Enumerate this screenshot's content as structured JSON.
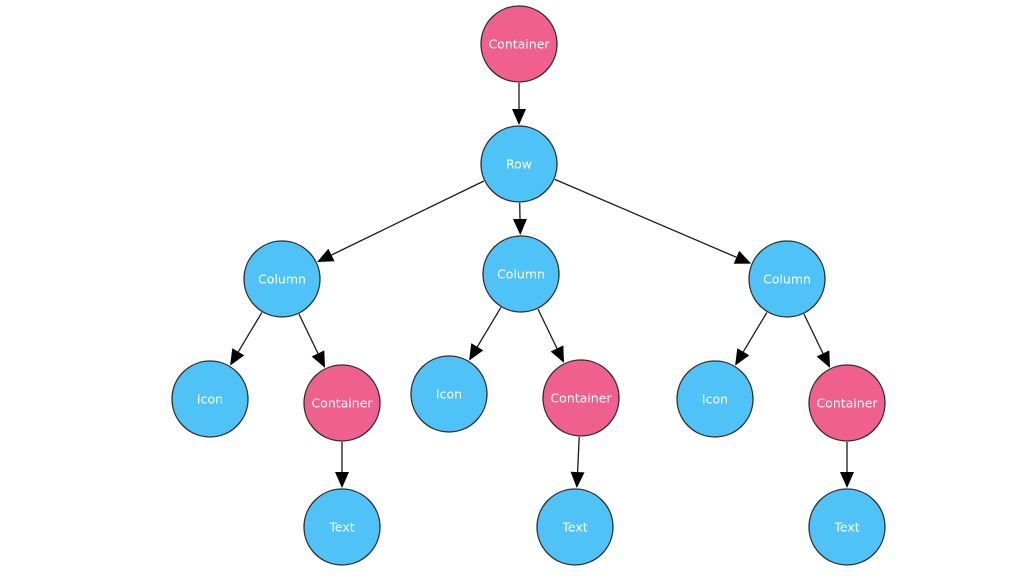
{
  "colors": {
    "container": "#f0608f",
    "layout": "#4fc3f7",
    "edge": "#1a1a1a"
  },
  "nodes": [
    {
      "id": "root",
      "label": "Container",
      "kind": "container"
    },
    {
      "id": "row",
      "label": "Row",
      "kind": "layout"
    },
    {
      "id": "col1",
      "label": "Column",
      "kind": "layout"
    },
    {
      "id": "col2",
      "label": "Column",
      "kind": "layout"
    },
    {
      "id": "col3",
      "label": "Column",
      "kind": "layout"
    },
    {
      "id": "icon1",
      "label": "Icon",
      "kind": "layout"
    },
    {
      "id": "cont1",
      "label": "Container",
      "kind": "container"
    },
    {
      "id": "icon2",
      "label": "Icon",
      "kind": "layout"
    },
    {
      "id": "cont2",
      "label": "Container",
      "kind": "container"
    },
    {
      "id": "icon3",
      "label": "Icon",
      "kind": "layout"
    },
    {
      "id": "cont3",
      "label": "Container",
      "kind": "container"
    },
    {
      "id": "text1",
      "label": "Text",
      "kind": "layout"
    },
    {
      "id": "text2",
      "label": "Text",
      "kind": "layout"
    },
    {
      "id": "text3",
      "label": "Text",
      "kind": "layout"
    }
  ],
  "edges": [
    [
      "root",
      "row"
    ],
    [
      "row",
      "col1"
    ],
    [
      "row",
      "col2"
    ],
    [
      "row",
      "col3"
    ],
    [
      "col1",
      "icon1"
    ],
    [
      "col1",
      "cont1"
    ],
    [
      "col2",
      "icon2"
    ],
    [
      "col2",
      "cont2"
    ],
    [
      "col3",
      "icon3"
    ],
    [
      "col3",
      "cont3"
    ],
    [
      "cont1",
      "text1"
    ],
    [
      "cont2",
      "text2"
    ],
    [
      "cont3",
      "text3"
    ]
  ]
}
